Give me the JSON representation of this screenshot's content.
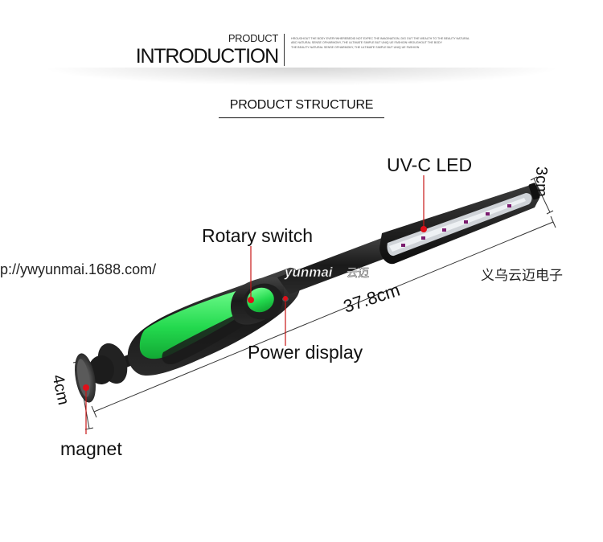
{
  "header": {
    "product": "PRODUCT",
    "introduction": "INTRODUCTION",
    "description_lines": [
      "hroughout the body everywherebedid not expec the imagination, dig out the wealth to the beauty natural",
      "abc natural sense ofharmony, the ultimate simple but uniq ue fashion hroughout the body",
      "the beauty natural sense ofharmony, the ultimate simple but uniq ue fashion"
    ]
  },
  "section_title": "PRODUCT STRUCTURE",
  "labels": {
    "uvc_led": "UV-C LED",
    "rotary_switch": "Rotary switch",
    "power_display": "Power display",
    "magnet": "magnet"
  },
  "dimensions": {
    "length": "37.8cm",
    "head_width": "3cm",
    "magnet_diameter": "4cm"
  },
  "watermark": {
    "url": "p://ywyunmai.1688.com/",
    "logo_text": "yunmai",
    "logo_cn": "云迈",
    "brand_cn": "义乌云迈电子"
  },
  "colors": {
    "accent_green": "#2ee05a",
    "marker_red": "#e0101a",
    "body_black": "#1e1e1e"
  }
}
